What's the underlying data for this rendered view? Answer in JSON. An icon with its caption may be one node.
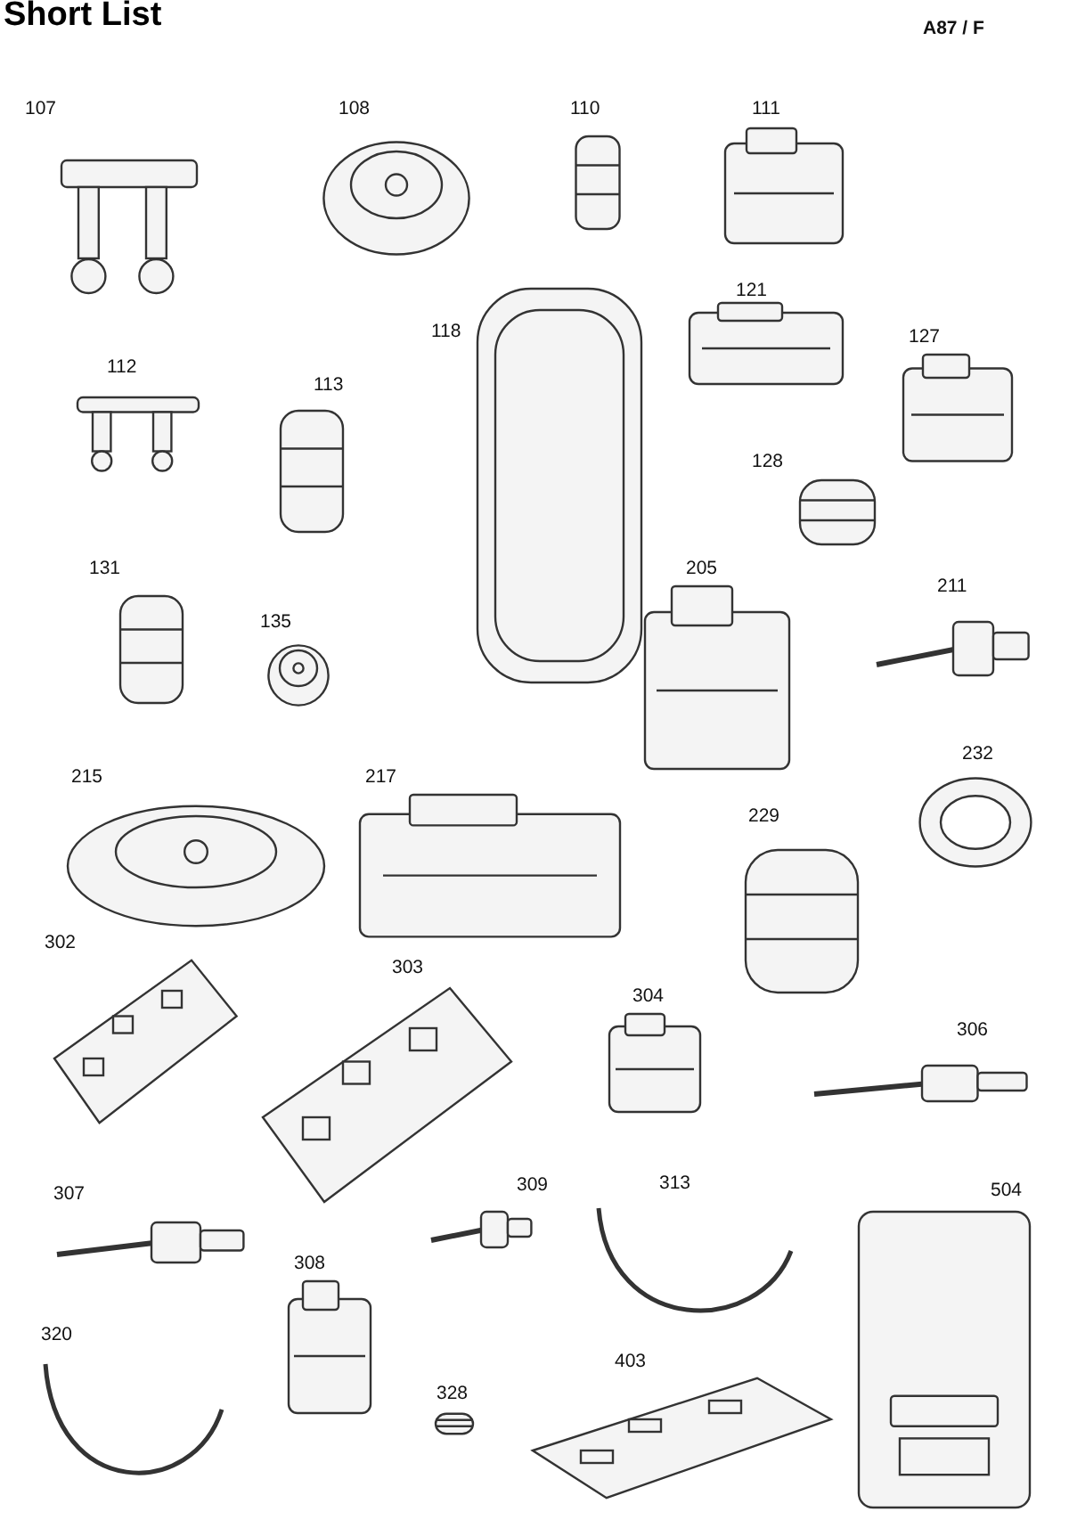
{
  "diagram": {
    "title": "Short List",
    "labels": [
      "A87 / F",
      "107",
      "108",
      "110",
      "111",
      "112",
      "113",
      "118",
      "121",
      "127",
      "128",
      "131",
      "135",
      "205",
      "211",
      "215",
      "217",
      "232",
      "229",
      "302",
      "303",
      "304",
      "306",
      "307",
      "309",
      "313",
      "504",
      "308",
      "320",
      "328",
      "403"
    ]
  }
}
